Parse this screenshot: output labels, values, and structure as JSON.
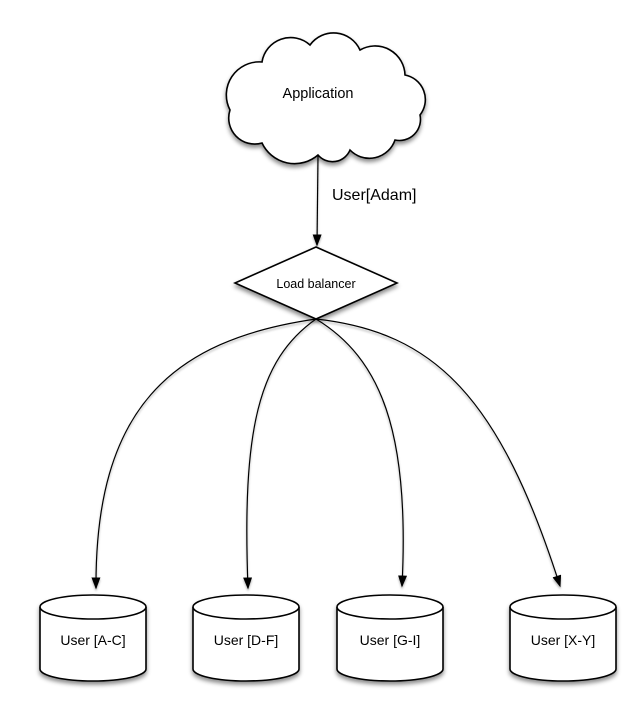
{
  "colors": {
    "stroke": "#000000",
    "shape_fill": "#ffffff",
    "background": "#ffffff",
    "text": "#000000"
  },
  "nodes": {
    "application": {
      "label": "Application",
      "type": "cloud"
    },
    "load_balancer": {
      "label": "Load balancer",
      "type": "diamond"
    },
    "shards": [
      {
        "label": "User [A-C]",
        "type": "cylinder"
      },
      {
        "label": "User [D-F]",
        "type": "cylinder"
      },
      {
        "label": "User [G-I]",
        "type": "cylinder"
      },
      {
        "label": "User [X-Y]",
        "type": "cylinder"
      }
    ]
  },
  "edges": {
    "application_to_load_balancer": {
      "label": "User[Adam]"
    }
  }
}
